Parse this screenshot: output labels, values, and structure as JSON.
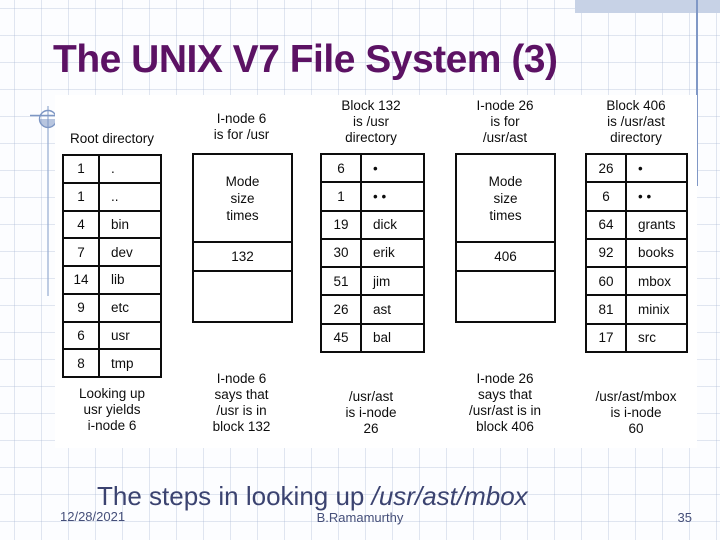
{
  "slide": {
    "title": "The UNIX V7 File System (3)",
    "caption": {
      "normal": "The steps in looking up ",
      "italic": "/usr/ast/mbox"
    },
    "footer": {
      "date": "12/28/2021",
      "author": "B.Ramamurthy",
      "page_number": "35"
    }
  },
  "diagram": {
    "columns": [
      {
        "label": "Root directory",
        "rows": [
          [
            "1",
            "."
          ],
          [
            "1",
            ".."
          ],
          [
            "4",
            "bin"
          ],
          [
            "7",
            "dev"
          ],
          [
            "14",
            "lib"
          ],
          [
            "9",
            "etc"
          ],
          [
            "6",
            "usr"
          ],
          [
            "8",
            "tmp"
          ]
        ],
        "caption": "Looking up\nusr yields\ni-node 6"
      },
      {
        "label": "I-node 6\nis for /usr",
        "box": {
          "top": "Mode\nsize\ntimes",
          "middle": "132"
        },
        "caption": "I-node 6\nsays that\n/usr is in\nblock 132"
      },
      {
        "label": "Block 132\nis /usr\ndirectory",
        "rows": [
          [
            "6",
            "•"
          ],
          [
            "1",
            "• •"
          ],
          [
            "19",
            "dick"
          ],
          [
            "30",
            "erik"
          ],
          [
            "51",
            "jim"
          ],
          [
            "26",
            "ast"
          ],
          [
            "45",
            "bal"
          ]
        ],
        "caption": "/usr/ast\nis i-node\n26"
      },
      {
        "label": "I-node 26\nis for\n/usr/ast",
        "box": {
          "top": "Mode\nsize\ntimes",
          "middle": "406"
        },
        "caption": "I-node 26\nsays that\n/usr/ast is in\nblock 406"
      },
      {
        "label": "Block 406\nis /usr/ast\ndirectory",
        "rows": [
          [
            "26",
            "•"
          ],
          [
            "6",
            "• •"
          ],
          [
            "64",
            "grants"
          ],
          [
            "92",
            "books"
          ],
          [
            "60",
            "mbox"
          ],
          [
            "81",
            "minix"
          ],
          [
            "17",
            "src"
          ]
        ],
        "caption": "/usr/ast/mbox\nis i-node\n60"
      }
    ]
  },
  "colors": {
    "title": "#5c1264",
    "caption_text": "#3b4370",
    "accent_line": "#8098c6",
    "top_bar": "#c7d2e6"
  }
}
